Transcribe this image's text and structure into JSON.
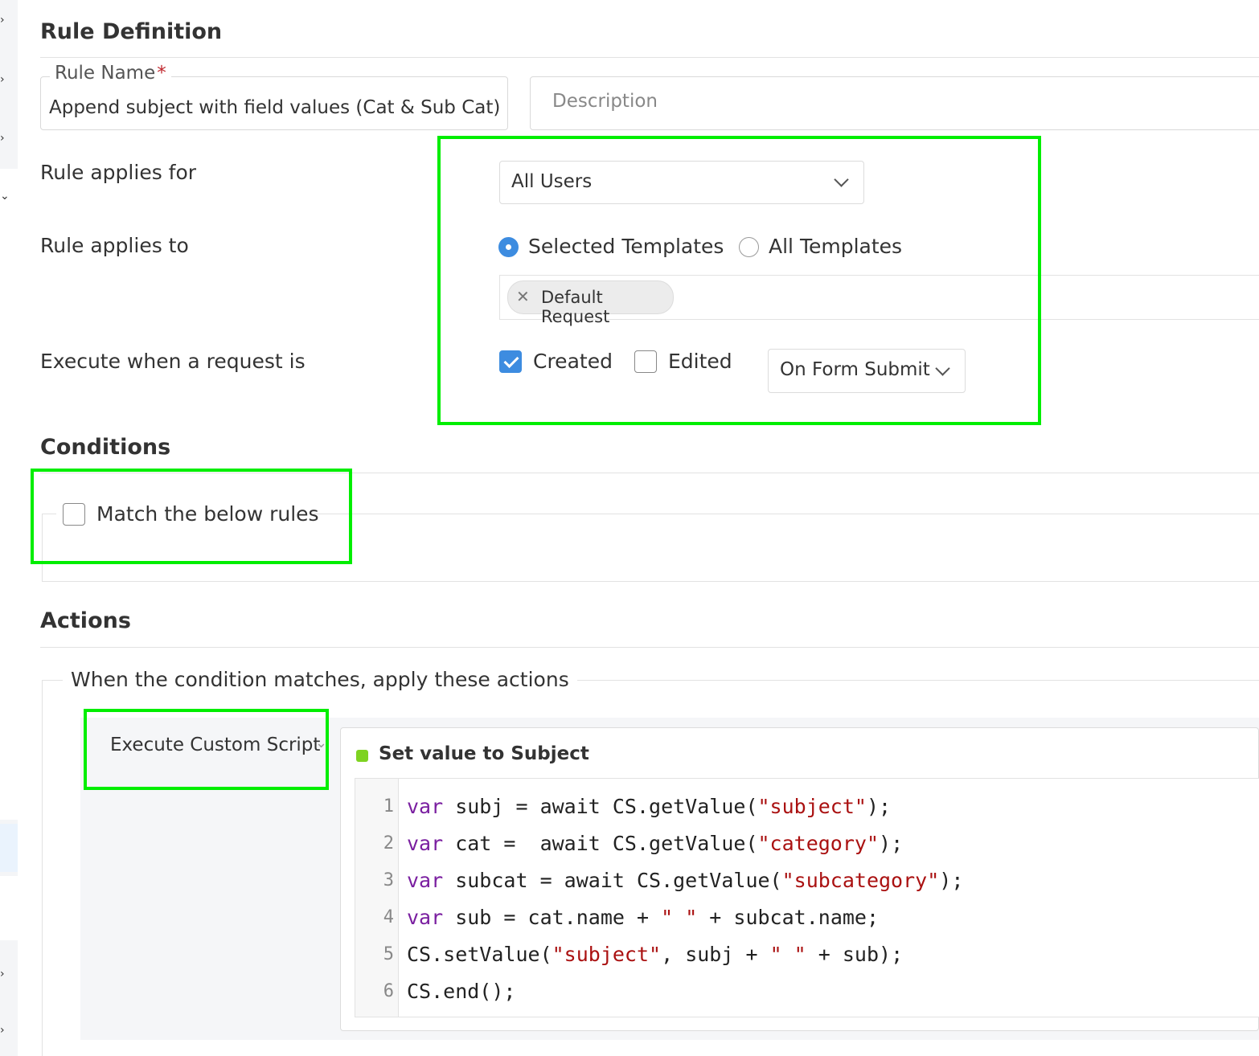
{
  "rule_definition": {
    "title": "Rule Definition",
    "rule_name_label": "Rule Name",
    "required_marker": "*",
    "rule_name_value": "Append subject with field values (Cat & Sub Cat)",
    "description_placeholder": "Description"
  },
  "applies_for": {
    "label": "Rule applies for",
    "selected": "All Users"
  },
  "applies_to": {
    "label": "Rule applies to",
    "options": [
      {
        "label": "Selected Templates",
        "checked": true
      },
      {
        "label": "All Templates",
        "checked": false
      }
    ],
    "chips": [
      "Default Request"
    ]
  },
  "execute_when": {
    "label": "Execute when a request is",
    "options": [
      {
        "label": "Created",
        "checked": true
      },
      {
        "label": "Edited",
        "checked": false
      }
    ],
    "trigger": "On Form Submit"
  },
  "conditions": {
    "title": "Conditions",
    "match_label": "Match the below rules",
    "match_checked": false
  },
  "actions": {
    "title": "Actions",
    "legend": "When the condition matches, apply these actions",
    "action_type": "Execute Custom Script",
    "script_title": "Set value to Subject",
    "status_color": "#7ed321"
  },
  "code": {
    "line_numbers": [
      "1",
      "2",
      "3",
      "4",
      "5",
      "6"
    ],
    "lines": [
      [
        {
          "t": "var",
          "c": "kw"
        },
        {
          "t": " subj = await CS.getValue("
        },
        {
          "t": "\"subject\"",
          "c": "str"
        },
        {
          "t": ");"
        }
      ],
      [
        {
          "t": "var",
          "c": "kw"
        },
        {
          "t": " cat =  await CS.getValue("
        },
        {
          "t": "\"category\"",
          "c": "str"
        },
        {
          "t": ");"
        }
      ],
      [
        {
          "t": "var",
          "c": "kw"
        },
        {
          "t": " subcat = await CS.getValue("
        },
        {
          "t": "\"subcategory\"",
          "c": "str"
        },
        {
          "t": ");"
        }
      ],
      [
        {
          "t": "var",
          "c": "kw"
        },
        {
          "t": " sub = cat.name + "
        },
        {
          "t": "\" \"",
          "c": "str"
        },
        {
          "t": " + subcat.name;"
        }
      ],
      [
        {
          "t": "CS.setValue("
        },
        {
          "t": "\"subject\"",
          "c": "str"
        },
        {
          "t": ", subj + "
        },
        {
          "t": "\" \"",
          "c": "str"
        },
        {
          "t": " + sub);"
        }
      ],
      [
        {
          "t": "CS.end();"
        }
      ]
    ]
  },
  "colors": {
    "highlight": "#00ee00",
    "accent": "#3d8ce0"
  }
}
